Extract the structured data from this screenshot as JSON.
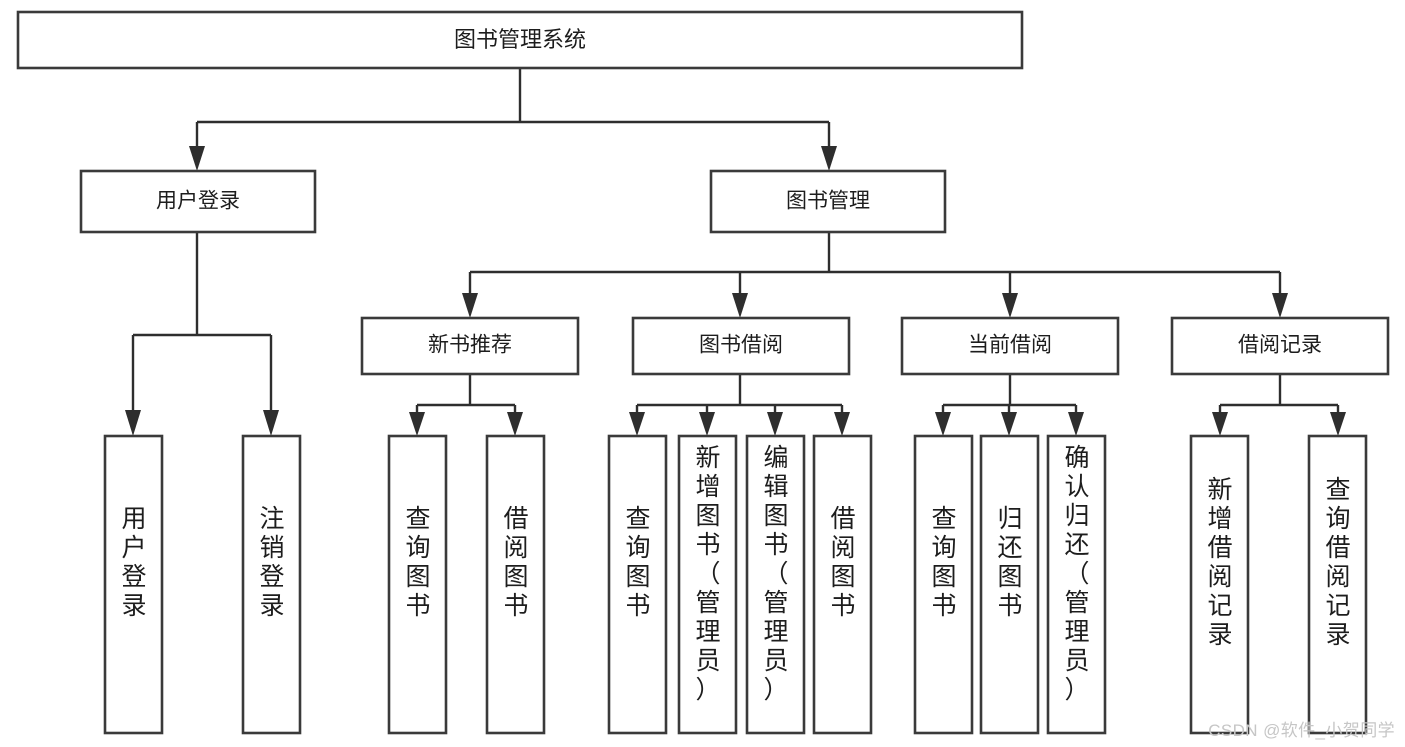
{
  "diagram": {
    "type": "tree-hierarchy",
    "title": "图书管理系统",
    "root": {
      "id": "root",
      "label": "图书管理系统",
      "orientation": "horizontal"
    },
    "level2": [
      {
        "id": "user-login",
        "label": "用户登录",
        "orientation": "horizontal"
      },
      {
        "id": "book-management",
        "label": "图书管理",
        "orientation": "horizontal"
      }
    ],
    "level3": [
      {
        "id": "new-book-recommend",
        "label": "新书推荐",
        "parent": "book-management",
        "orientation": "horizontal"
      },
      {
        "id": "book-borrow",
        "label": "图书借阅",
        "parent": "book-management",
        "orientation": "horizontal"
      },
      {
        "id": "current-borrow",
        "label": "当前借阅",
        "parent": "book-management",
        "orientation": "horizontal"
      },
      {
        "id": "borrow-record",
        "label": "借阅记录",
        "parent": "book-management",
        "orientation": "horizontal"
      }
    ],
    "leaves": [
      {
        "id": "leaf-user-login",
        "label": "用户登录",
        "parent": "user-login",
        "orientation": "vertical"
      },
      {
        "id": "leaf-logout-login",
        "label": "注销登录",
        "parent": "user-login",
        "orientation": "vertical"
      },
      {
        "id": "leaf-query-book-1",
        "label": "查询图书",
        "parent": "new-book-recommend",
        "orientation": "vertical"
      },
      {
        "id": "leaf-borrow-book-1",
        "label": "借阅图书",
        "parent": "new-book-recommend",
        "orientation": "vertical"
      },
      {
        "id": "leaf-query-book-2",
        "label": "查询图书",
        "parent": "book-borrow",
        "orientation": "vertical"
      },
      {
        "id": "leaf-add-book",
        "label": "新增图书（管理员）",
        "parent": "book-borrow",
        "orientation": "vertical"
      },
      {
        "id": "leaf-edit-book",
        "label": "编辑图书（管理员）",
        "parent": "book-borrow",
        "orientation": "vertical"
      },
      {
        "id": "leaf-borrow-book-2",
        "label": "借阅图书",
        "parent": "book-borrow",
        "orientation": "vertical"
      },
      {
        "id": "leaf-query-book-3",
        "label": "查询图书",
        "parent": "current-borrow",
        "orientation": "vertical"
      },
      {
        "id": "leaf-return-book",
        "label": "归还图书",
        "parent": "current-borrow",
        "orientation": "vertical"
      },
      {
        "id": "leaf-confirm-return",
        "label": "确认归还（管理员）",
        "parent": "current-borrow",
        "orientation": "vertical"
      },
      {
        "id": "leaf-add-record",
        "label": "新增借阅记录",
        "parent": "borrow-record",
        "orientation": "vertical"
      },
      {
        "id": "leaf-query-record",
        "label": "查询借阅记录",
        "parent": "borrow-record",
        "orientation": "vertical"
      }
    ],
    "colors": {
      "box_stroke": "#3a3a3a",
      "box_fill": "#ffffff",
      "connector": "#2e2e2e",
      "text": "#1d1d1d",
      "watermark": "#c6c6c6",
      "background": "#ffffff"
    }
  },
  "watermark": {
    "text": "CSDN @软件_小贺同学"
  }
}
